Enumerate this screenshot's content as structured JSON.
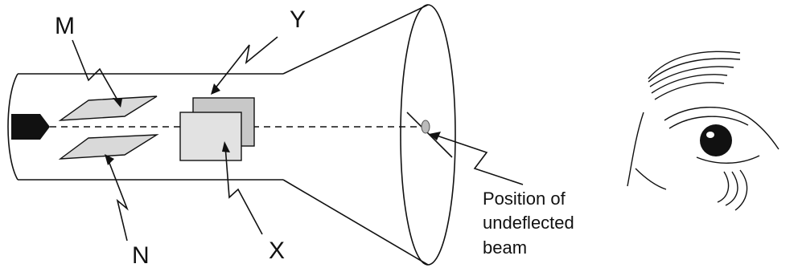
{
  "labels": {
    "m": "M",
    "n": "N",
    "x": "X",
    "y": "Y",
    "note_line1": "Position of",
    "note_line2": "undeflected",
    "note_line3": "beam"
  },
  "colors": {
    "ink": "#111111",
    "plate_fill": "#d9d9d9",
    "plate_fill_dark": "#c8c8c8",
    "beam_spot": "#bbbbbb"
  }
}
